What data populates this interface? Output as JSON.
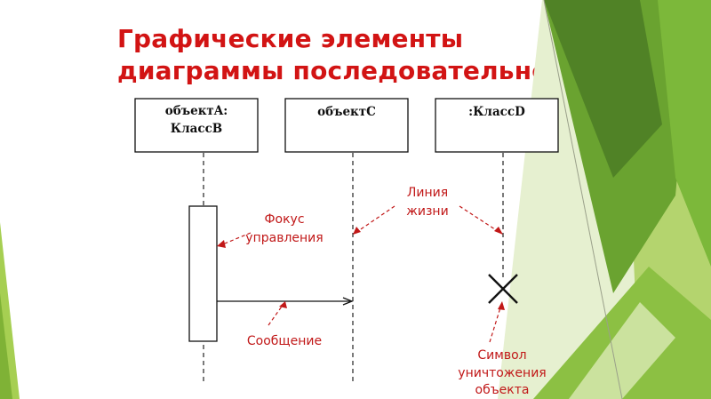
{
  "slide": {
    "title_line1": "Графические элементы",
    "title_line2": "диаграммы последовательности",
    "title_color": "#d21414"
  },
  "objects": [
    {
      "line1": "объектA:",
      "line2": "КлассB"
    },
    {
      "line1": "объектC",
      "line2": ""
    },
    {
      "line1": ":КлассD",
      "line2": ""
    }
  ],
  "annotations": {
    "focus_line1": "Фокус",
    "focus_line2": "управления",
    "lifeline_line1": "Линия",
    "lifeline_line2": "жизни",
    "message": "Сообщение",
    "destroy_line1": "Символ",
    "destroy_line2": "уничтожения",
    "destroy_line3": "объекта",
    "color": "#c11818"
  },
  "decor": {
    "green_light": "#9cc94a",
    "green_mid": "#5f9a2a",
    "green_dark": "#3f6b22"
  }
}
